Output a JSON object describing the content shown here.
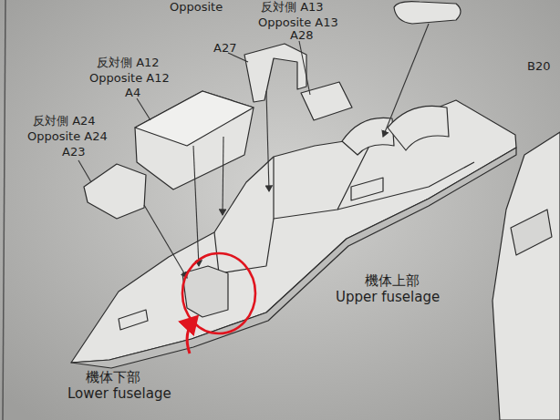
{
  "diagram": {
    "labels": [
      "Opposite",
      "反対側 A13",
      "Opposite A13",
      "A28",
      "A27",
      "反対側 A12",
      "Opposite A12",
      "A4",
      "反対側 A24",
      "Opposite A24",
      "A23",
      "B20",
      "機体上部",
      "Upper fuselage",
      "機体下部",
      "Lower fuselage"
    ]
  }
}
